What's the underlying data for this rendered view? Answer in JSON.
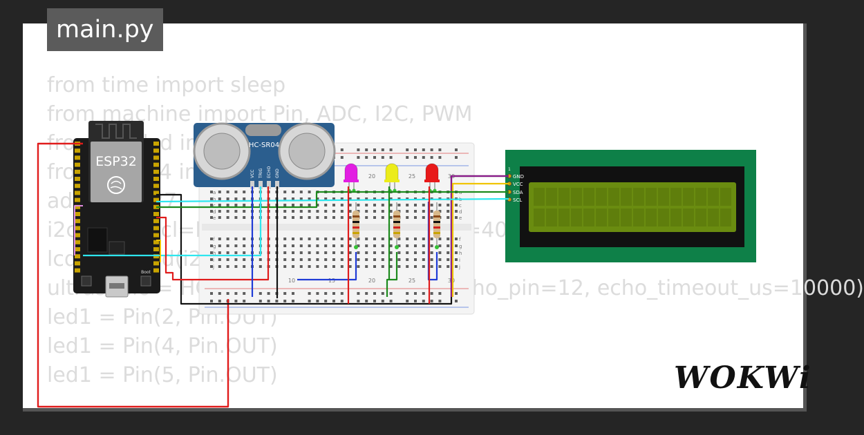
{
  "tab": {
    "title": "main.py"
  },
  "code_lines": [
    "from time import sleep",
    "from machine import Pin, ADC, I2C, PWM",
    "from i2c_lcd import I2cLcd",
    "from hcsr04 import HCSR04",
    "addr = 0x27",
    "i2c = I2C(scl=Pin(22), sda=Pin(21), freq=400000)",
    "lcd = I2cLcd(i2c, addr, 2, 16)",
    "ultrasonic = HCSR04(trigger_pin= 13, echo_pin=12, echo_timeout_us=10000)",
    "led1 = Pin(2, Pin.OUT)",
    "led1 = Pin(4, Pin.OUT)",
    "led1 = Pin(5, Pin.OUT)"
  ],
  "esp32": {
    "label": "ESP32",
    "boot_label": "Boot"
  },
  "sensor": {
    "label": "HC-SR04",
    "pins": [
      "VCC",
      "TRIG",
      "ECHO",
      "GND"
    ]
  },
  "breadboard": {
    "top_numbers": [
      "20",
      "25",
      "30"
    ],
    "bottom_numbers": [
      "10",
      "15",
      "20",
      "25",
      "30"
    ],
    "left_letters": [
      "a",
      "b",
      "c",
      "d",
      "e",
      "f",
      "g",
      "h",
      "i",
      "j"
    ],
    "right_letters": [
      "a",
      "b",
      "c",
      "d",
      "e",
      "f",
      "g",
      "h",
      "i",
      "j"
    ]
  },
  "lcd": {
    "pins": [
      "GND",
      "VCC",
      "SDA",
      "SCL"
    ],
    "pin_number": "1"
  },
  "brand": {
    "name": "WOKWi"
  },
  "colors": {
    "wire_red": "#e01b1b",
    "wire_black": "#111111",
    "wire_blue": "#1f3bd6",
    "wire_green": "#1c8a1c",
    "wire_yellow": "#f0c400",
    "wire_cyan": "#2ee6ee",
    "wire_purple": "#8a1a8a",
    "led_magenta": "#e21ee2",
    "led_yellow": "#ecec1a",
    "led_red": "#e81a1a",
    "lcd_board": "#0e8048",
    "lcd_screen": "#6a8c10",
    "sensor_board": "#2b5e8e"
  }
}
